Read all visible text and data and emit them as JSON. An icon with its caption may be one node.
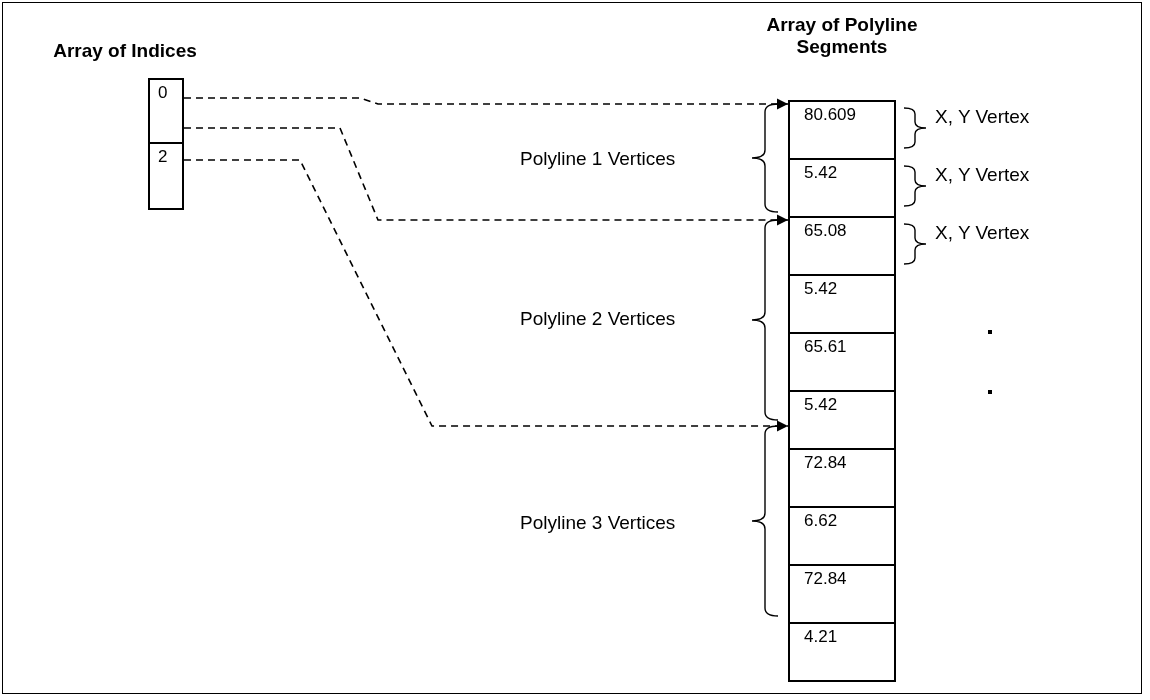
{
  "diagram": {
    "nodes": [
      {
        "text": [
          "0"
        ]
      },
      {
        "text": [
          "2"
        ]
      },
      {
        "text": [
          "80.609"
        ]
      },
      {
        "text": [
          "5.42"
        ]
      },
      {
        "text": [
          "65.08"
        ]
      },
      {
        "text": [
          "5.42"
        ]
      },
      {
        "text": [
          "65.61"
        ]
      },
      {
        "text": [
          "5.42"
        ]
      },
      {
        "text": [
          "72.84"
        ]
      },
      {
        "text": [
          "6.62"
        ]
      },
      {
        "text": [
          "72.84"
        ]
      },
      {
        "text": [
          "4.21"
        ]
      }
    ],
    "edges": [
      {
        "from": 0,
        "to": 2,
        "arrow": "to",
        "style": "dashed"
      },
      {
        "from": 0,
        "to": 4,
        "arrow": "to",
        "style": "dashed"
      },
      {
        "from": 1,
        "to": 7,
        "arrow": "to",
        "style": "dashed"
      }
    ],
    "labels": [
      "Array of Indices",
      "Array of Polyline Segments",
      "X, Y Vertex",
      "Polyline 1 Vertices",
      "X, Y Vertex",
      "X, Y Vertex",
      "Polyline 2 Vertices",
      "Polyline 3 Vertices"
    ]
  }
}
